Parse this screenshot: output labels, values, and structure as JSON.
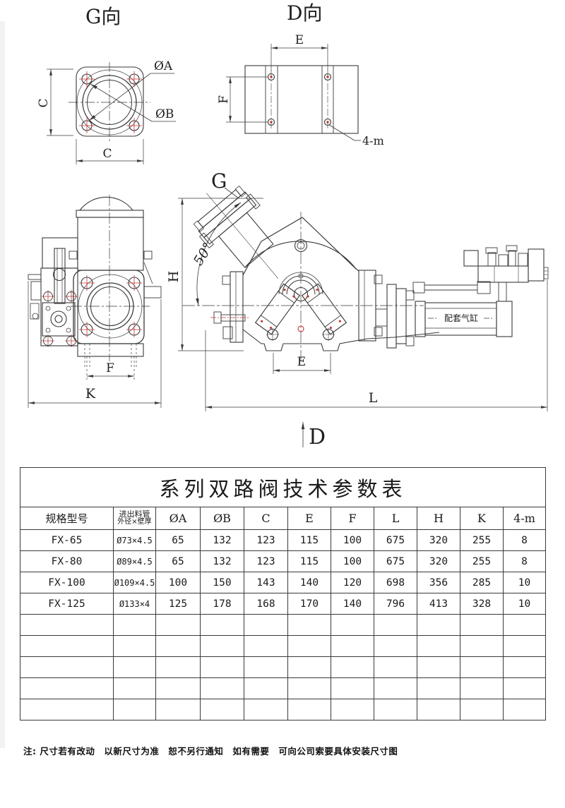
{
  "drawing": {
    "g_view": {
      "title": "G向",
      "dia_a": "ØA",
      "dia_b": "ØB",
      "dim_c": "C"
    },
    "d_view": {
      "title": "D向",
      "dim_e": "E",
      "dim_f": "F",
      "holes_label": "4-m"
    },
    "front_view": {
      "dim_f": "F",
      "dim_k": "K"
    },
    "side_view": {
      "label_g": "G",
      "angle_label": "50°",
      "dim_h": "H",
      "dim_e": "E",
      "dim_l": "L",
      "label_d": "D",
      "cylinder_label": "配套气缸"
    },
    "colors": {
      "line": "#3a3a3a",
      "accent_red": "#c63535"
    }
  },
  "table": {
    "title": "系列双路阀技术参数表",
    "columns": [
      {
        "label": "规格型号"
      },
      {
        "label": "进出料管",
        "sub": "外径×壁厚"
      },
      {
        "label": "ØA"
      },
      {
        "label": "ØB"
      },
      {
        "label": "C"
      },
      {
        "label": "E"
      },
      {
        "label": "F"
      },
      {
        "label": "L"
      },
      {
        "label": "H"
      },
      {
        "label": "K"
      },
      {
        "label": "4-m"
      }
    ],
    "rows": [
      [
        "FX-65",
        "Ø73×4.5",
        "65",
        "132",
        "123",
        "115",
        "100",
        "675",
        "320",
        "255",
        "8"
      ],
      [
        "FX-80",
        "Ø89×4.5",
        "65",
        "132",
        "123",
        "115",
        "100",
        "675",
        "320",
        "255",
        "8"
      ],
      [
        "FX-100",
        "Ø109×4.5",
        "100",
        "150",
        "143",
        "140",
        "120",
        "698",
        "356",
        "285",
        "10"
      ],
      [
        "FX-125",
        "Ø133×4",
        "125",
        "178",
        "168",
        "170",
        "140",
        "796",
        "413",
        "328",
        "10"
      ]
    ]
  },
  "note": {
    "text": "注: 尺寸若有改动　以新尺寸为准　恕不另行通知　如有需要　可向公司索要具体安装尺寸图"
  }
}
